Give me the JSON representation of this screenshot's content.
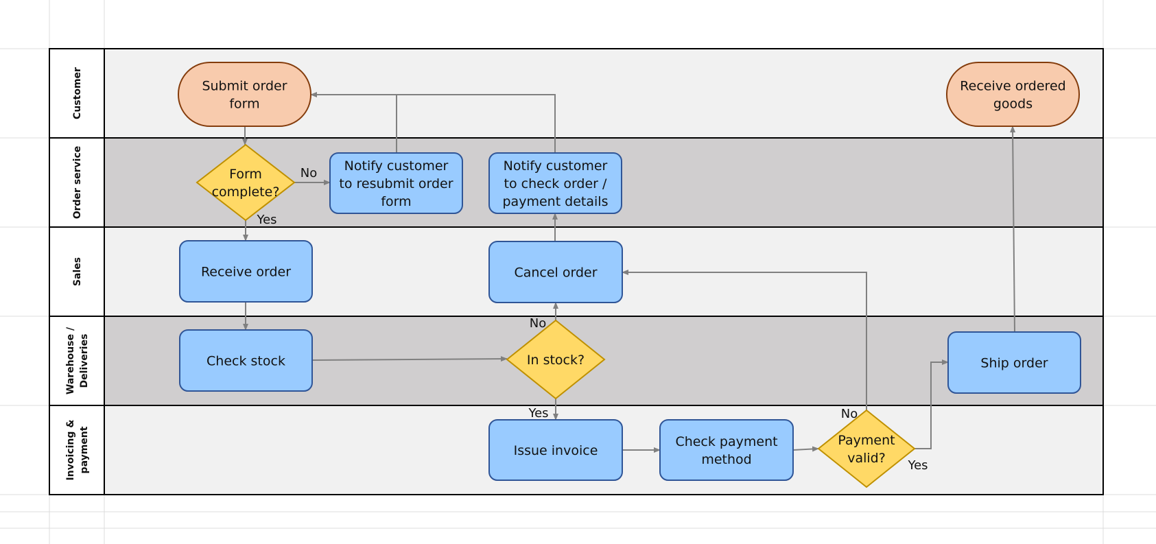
{
  "colors": {
    "lane_light": "#f1f1f1",
    "lane_dark": "#d0cecf",
    "border": "#000000",
    "grid_line": "#dcdcdc",
    "terminal_fill": "#f8cbad",
    "terminal_stroke": "#843c0c",
    "process_fill": "#99cbff",
    "process_stroke": "#2f5597",
    "decision_fill": "#ffd966",
    "decision_stroke": "#bf9000",
    "connector": "#808080"
  },
  "lanes": [
    {
      "id": "customer",
      "label": [
        "Customer"
      ],
      "shade": "light"
    },
    {
      "id": "order-service",
      "label": [
        "Order service"
      ],
      "shade": "dark"
    },
    {
      "id": "sales",
      "label": [
        "Sales"
      ],
      "shade": "light"
    },
    {
      "id": "warehouse",
      "label": [
        "Warehouse /",
        "Deliveries"
      ],
      "shade": "dark"
    },
    {
      "id": "invoicing",
      "label": [
        "Invoicing &",
        "payment"
      ],
      "shade": "light"
    }
  ],
  "nodes": [
    {
      "id": "submit-order-form",
      "type": "terminal",
      "lines": [
        "Submit order",
        "form"
      ]
    },
    {
      "id": "receive-ordered-goods",
      "type": "terminal",
      "lines": [
        "Receive ordered",
        "goods"
      ]
    },
    {
      "id": "form-complete",
      "type": "decision",
      "lines": [
        "Form",
        "complete?"
      ]
    },
    {
      "id": "notify-resubmit",
      "type": "process",
      "lines": [
        "Notify customer",
        "to resubmit order",
        "form"
      ]
    },
    {
      "id": "notify-check-details",
      "type": "process",
      "lines": [
        "Notify customer",
        "to check order /",
        "payment details"
      ]
    },
    {
      "id": "receive-order",
      "type": "process",
      "lines": [
        "Receive order"
      ]
    },
    {
      "id": "cancel-order",
      "type": "process",
      "lines": [
        "Cancel order"
      ]
    },
    {
      "id": "check-stock",
      "type": "process",
      "lines": [
        "Check stock"
      ]
    },
    {
      "id": "in-stock",
      "type": "decision",
      "lines": [
        "In stock?"
      ]
    },
    {
      "id": "ship-order",
      "type": "process",
      "lines": [
        "Ship order"
      ]
    },
    {
      "id": "issue-invoice",
      "type": "process",
      "lines": [
        "Issue invoice"
      ]
    },
    {
      "id": "check-payment-method",
      "type": "process",
      "lines": [
        "Check payment",
        "method"
      ]
    },
    {
      "id": "payment-valid",
      "type": "decision",
      "lines": [
        "Payment",
        "valid?"
      ]
    }
  ],
  "edges": [
    {
      "id": "submit-to-form-complete",
      "from": "submit-order-form",
      "to": "form-complete",
      "label": ""
    },
    {
      "id": "form-complete-no",
      "from": "form-complete",
      "to": "notify-resubmit",
      "label": "No"
    },
    {
      "id": "form-complete-yes",
      "from": "form-complete",
      "to": "receive-order",
      "label": "Yes"
    },
    {
      "id": "resubmit-to-submit",
      "from": "notify-resubmit",
      "to": "submit-order-form",
      "label": ""
    },
    {
      "id": "check-details-to-submit",
      "from": "notify-check-details",
      "to": "submit-order-form",
      "label": ""
    },
    {
      "id": "receive-to-check-stock",
      "from": "receive-order",
      "to": "check-stock",
      "label": ""
    },
    {
      "id": "check-stock-to-in-stock",
      "from": "check-stock",
      "to": "in-stock",
      "label": ""
    },
    {
      "id": "in-stock-no",
      "from": "in-stock",
      "to": "cancel-order",
      "label": "No"
    },
    {
      "id": "in-stock-yes",
      "from": "in-stock",
      "to": "issue-invoice",
      "label": "Yes"
    },
    {
      "id": "cancel-to-notify",
      "from": "cancel-order",
      "to": "notify-check-details",
      "label": ""
    },
    {
      "id": "invoice-to-check-payment",
      "from": "issue-invoice",
      "to": "check-payment-method",
      "label": ""
    },
    {
      "id": "check-payment-to-valid",
      "from": "check-payment-method",
      "to": "payment-valid",
      "label": ""
    },
    {
      "id": "payment-valid-no",
      "from": "payment-valid",
      "to": "cancel-order",
      "label": "No"
    },
    {
      "id": "payment-valid-yes",
      "from": "payment-valid",
      "to": "ship-order",
      "label": "Yes"
    },
    {
      "id": "ship-to-receive-goods",
      "from": "ship-order",
      "to": "receive-ordered-goods",
      "label": ""
    }
  ]
}
